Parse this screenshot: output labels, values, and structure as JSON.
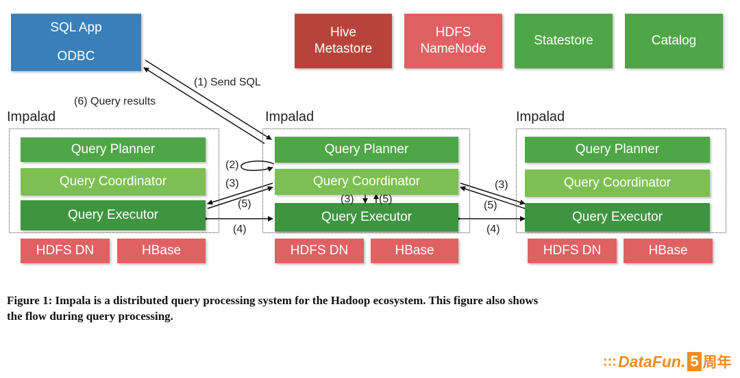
{
  "client": {
    "line1": "SQL App",
    "line2": "ODBC"
  },
  "services": {
    "hive": {
      "line1": "Hive",
      "line2": "Metastore"
    },
    "hdfs": {
      "line1": "HDFS",
      "line2": "NameNode"
    },
    "statestore": "Statestore",
    "catalog": "Catalog"
  },
  "impalad_label": "Impalad",
  "components": {
    "planner": "Query Planner",
    "coordinator": "Query Coordinator",
    "executor": "Query Executor",
    "hdfs_dn": "HDFS DN",
    "hbase": "HBase"
  },
  "flow_labels": {
    "send_sql": "(1) Send SQL",
    "results": "(6) Query results",
    "step2": "(2)",
    "step3": "(3)",
    "step4": "(4)",
    "step5": "(5)"
  },
  "caption": {
    "line1": "Figure 1: Impala is a distributed query processing system for the Hadoop ecosystem. This figure also shows",
    "line2": "the flow during query processing."
  },
  "logo": {
    "dots": ":::",
    "word": "DataFun.",
    "number": "5",
    "suffix": "周年"
  },
  "colors": {
    "client": "#3a7fb8",
    "hive": "#b7443b",
    "hdfs_namenode": "#e16163",
    "statestore": "#4ea646",
    "planner": "#4ea646",
    "coordinator": "#7dbf52",
    "executor": "#3f9440",
    "storage": "#e16163",
    "logo": "#f28c1c"
  }
}
